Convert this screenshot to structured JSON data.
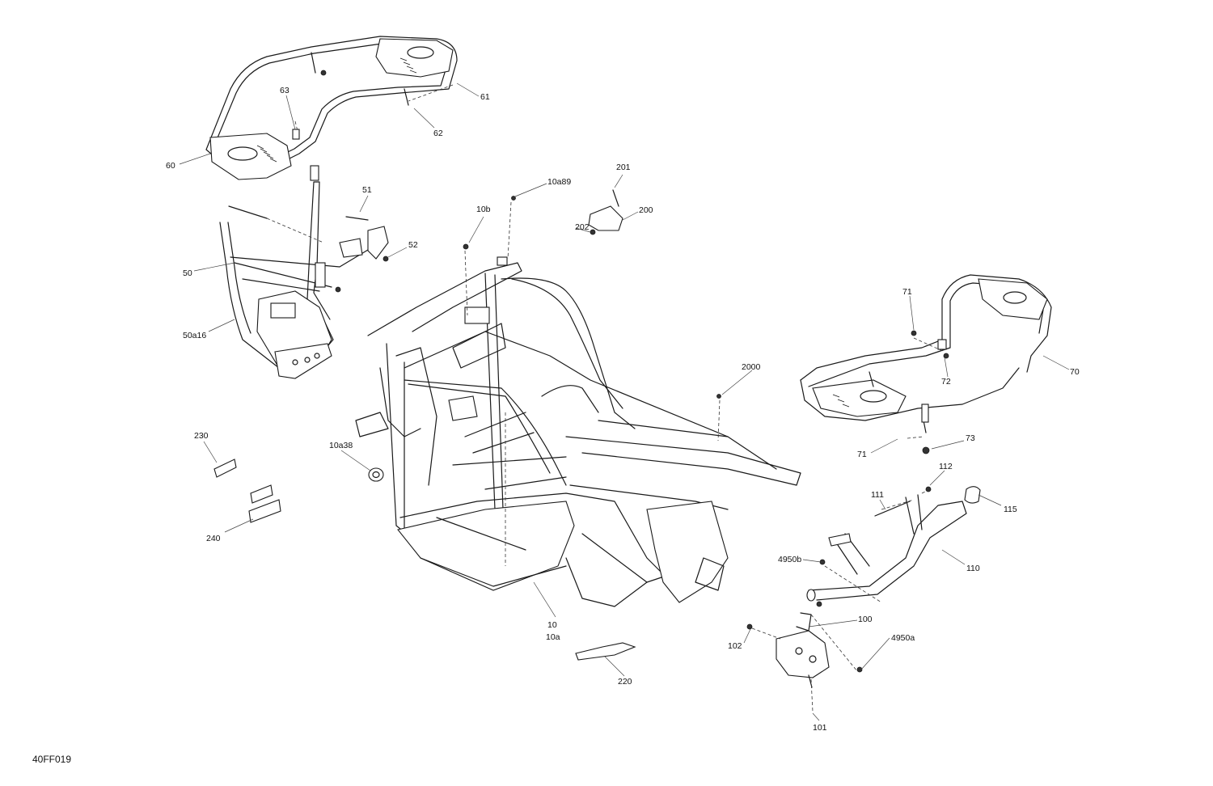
{
  "drawing_code": "40FF019",
  "callouts": {
    "c60": "60",
    "c61": "61",
    "c62": "62",
    "c63": "63",
    "c50": "50",
    "c50a16": "50a16",
    "c51": "51",
    "c52": "52",
    "c10a89": "10a89",
    "c10b": "10b",
    "c201": "201",
    "c200": "200",
    "c202": "202",
    "c71a": "71",
    "c72": "72",
    "c70": "70",
    "c71b": "71",
    "c73": "73",
    "c2000": "2000",
    "c230": "230",
    "c10a38": "10a38",
    "c240": "240",
    "c112": "112",
    "c111": "111",
    "c115": "115",
    "c4950b": "4950b",
    "c110": "110",
    "c10": "10",
    "c10a": "10a",
    "c100": "100",
    "c102": "102",
    "c4950a": "4950a",
    "c220": "220",
    "c101": "101"
  }
}
